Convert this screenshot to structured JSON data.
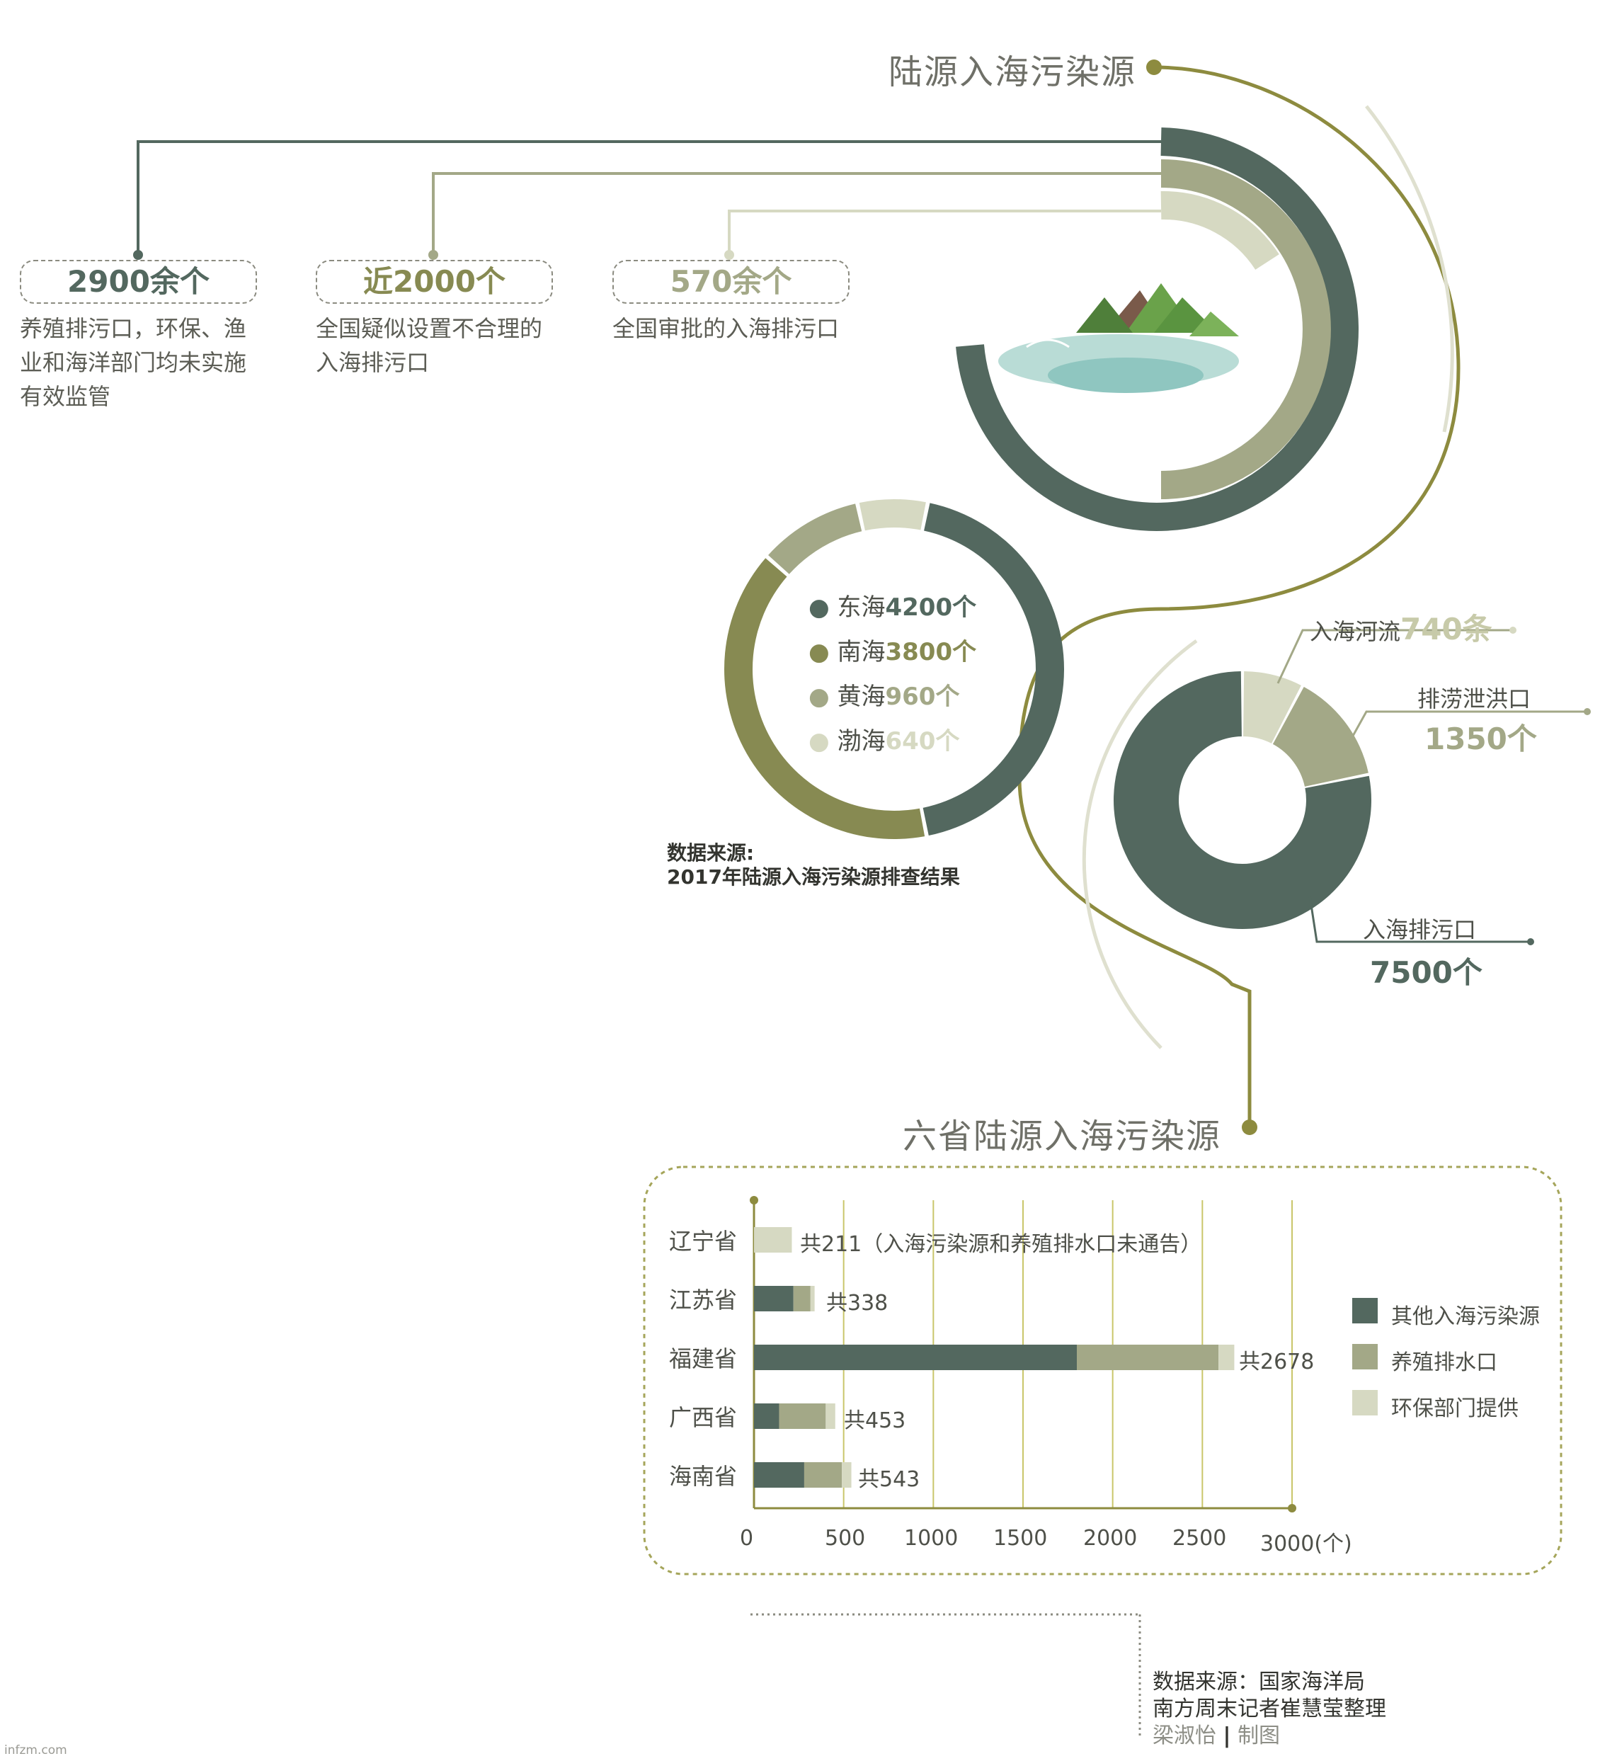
{
  "colors": {
    "dark": "#53685f",
    "olive": "#878a52",
    "mid": "#a3a887",
    "light": "#d6d9c2",
    "line": "#8d8b3f"
  },
  "header": {
    "title": "陆源入海污染源"
  },
  "callouts": [
    {
      "value": "2900余个",
      "desc": "养殖排污口，环保、渔业和海洋部门均未实施有效监管",
      "color": "#53685f"
    },
    {
      "value": "近2000个",
      "desc": "全国疑似设置不合理的入海排污口",
      "color": "#878a52"
    },
    {
      "value": "570余个",
      "desc": "全国审批的入海排污口",
      "color": "#a3a887"
    }
  ],
  "seas": {
    "items": [
      {
        "name": "东海",
        "value": "4200个",
        "color": "#53685f"
      },
      {
        "name": "南海",
        "value": "3800个",
        "color": "#878a52"
      },
      {
        "name": "黄海",
        "value": "960个",
        "color": "#a3a887"
      },
      {
        "name": "渤海",
        "value": "640个",
        "color": "#d6d9c2"
      }
    ],
    "source_label": "数据来源:",
    "source_text": "2017年陆源入海污染源排查结果"
  },
  "types": {
    "rivers_label": "入海河流",
    "rivers_value": "740条",
    "drain_label": "排涝泄洪口",
    "drain_value": "1350个",
    "outfall_label": "入海排污口",
    "outfall_value": "7500个"
  },
  "section2": {
    "title": "六省陆源入海污染源"
  },
  "chart_data": [
    {
      "type": "pie",
      "labels": [
        "东海",
        "南海",
        "黄海",
        "渤海"
      ],
      "values": [
        4200,
        3800,
        960,
        640
      ],
      "colors": [
        "#53685f",
        "#878a52",
        "#a3a887",
        "#d6d9c2"
      ]
    },
    {
      "type": "pie",
      "labels": [
        "入海河流",
        "排涝泄洪口",
        "入海排污口"
      ],
      "values": [
        740,
        1350,
        7500
      ],
      "colors": [
        "#d6d9c2",
        "#a3a887",
        "#53685f"
      ]
    },
    {
      "type": "bar",
      "orientation": "horizontal",
      "stacked": true,
      "categories": [
        "辽宁省",
        "江苏省",
        "福建省",
        "广西省",
        "海南省"
      ],
      "series": [
        {
          "name": "其他入海污染源",
          "color": "#53685f",
          "values": [
            0,
            220,
            1800,
            140,
            280
          ]
        },
        {
          "name": "养殖排水口",
          "color": "#a3a887",
          "values": [
            0,
            95,
            790,
            260,
            210
          ]
        },
        {
          "name": "环保部门提供",
          "color": "#d6d9c2",
          "values": [
            211,
            23,
            88,
            53,
            53
          ]
        }
      ],
      "totals": [
        "共211（入海污染源和养殖排水口未通告）",
        "共338",
        "共2678",
        "共453",
        "共543"
      ],
      "xticks": [
        "0",
        "500",
        "1000",
        "1500",
        "2000",
        "2500",
        "3000(个)"
      ],
      "xlim": [
        0,
        3000
      ],
      "grid": true,
      "legend": "right"
    }
  ],
  "footer": {
    "source": "数据来源：国家海洋局",
    "reporter": "南方周末记者崔慧莹整理",
    "designer": "梁淑怡",
    "designer_suffix": "制图",
    "watermark": "infzm.com"
  }
}
